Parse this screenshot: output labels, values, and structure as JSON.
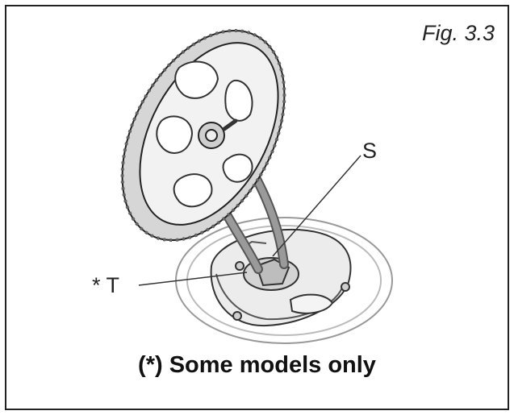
{
  "figure": {
    "label": "Fig. 3.3",
    "callouts": {
      "s": "S",
      "t": "* T"
    },
    "caption": "(*) Some models only"
  },
  "colors": {
    "line": "#222222",
    "light_line": "#777777",
    "hose": "#8a8a8a",
    "tire_fill": "#d9d9d9"
  },
  "icons": [
    "wheel-icon",
    "compressor-icon",
    "hose-icon"
  ]
}
